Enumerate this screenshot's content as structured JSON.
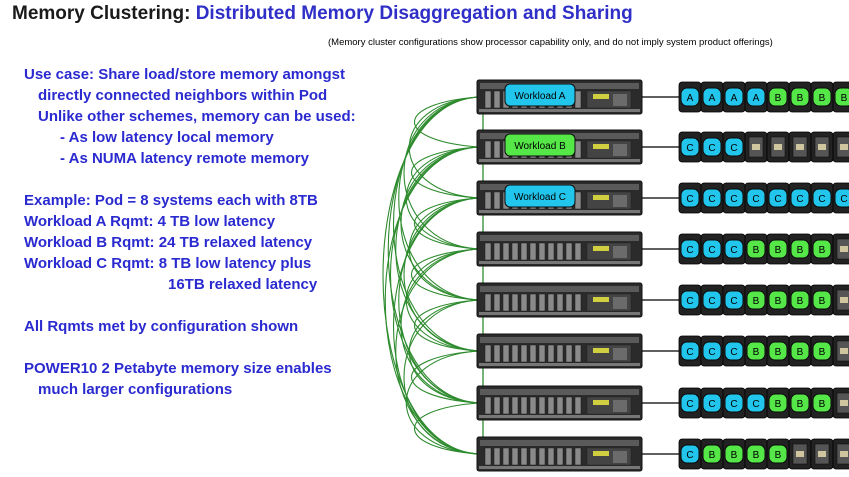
{
  "title": {
    "prefix": "Memory Clustering:",
    "main": "Distributed Memory Disaggregation and Sharing"
  },
  "disclaimer": "(Memory cluster configurations show processor capability only, and do not imply system product offerings)",
  "text_lines": [
    "Use case: Share load/store memory amongst",
    "directly connected neighbors within Pod",
    "Unlike other schemes, memory can be used:",
    "- As low latency local memory",
    "- As NUMA latency remote memory",
    "",
    "Example: Pod = 8 systems each with 8TB",
    "Workload A Rqmt: 4 TB low latency",
    "Workload B Rqmt: 24 TB relaxed latency",
    "Workload C Rqmt: 8 TB low latency plus",
    "16TB relaxed latency",
    "",
    "All Rqmts met by configuration shown",
    "",
    "POWER10 2 Petabyte memory size enables",
    "much larger configurations"
  ],
  "server_labels": [
    "Workload A",
    "Workload B",
    "Workload C"
  ],
  "memory_rows": [
    [
      "A",
      "A",
      "A",
      "A",
      "B",
      "B",
      "B",
      "B"
    ],
    [
      "C",
      "C",
      "C",
      "",
      "",
      "",
      "",
      ""
    ],
    [
      "C",
      "C",
      "C",
      "C",
      "C",
      "C",
      "C",
      "C"
    ],
    [
      "C",
      "C",
      "C",
      "B",
      "B",
      "B",
      "B",
      ""
    ],
    [
      "C",
      "C",
      "C",
      "B",
      "B",
      "B",
      "B",
      ""
    ],
    [
      "C",
      "C",
      "C",
      "B",
      "B",
      "B",
      "B",
      ""
    ],
    [
      "C",
      "C",
      "C",
      "C",
      "B",
      "B",
      "B",
      ""
    ],
    [
      "C",
      "B",
      "B",
      "B",
      "B",
      "",
      "",
      ""
    ]
  ],
  "colors": {
    "title_dark": "#1a1a1a",
    "title_blue": "#2f2fc8",
    "text_blue": "#2a2ad0",
    "workload_a": "#22c6ec",
    "workload_b": "#55e648",
    "workload_c": "#22c6ec",
    "mem_A": "#22c6ec",
    "mem_B": "#55e648",
    "mem_C": "#22c6ec",
    "mem_empty": "#3a3a3a",
    "link": "#2e8b2e"
  }
}
